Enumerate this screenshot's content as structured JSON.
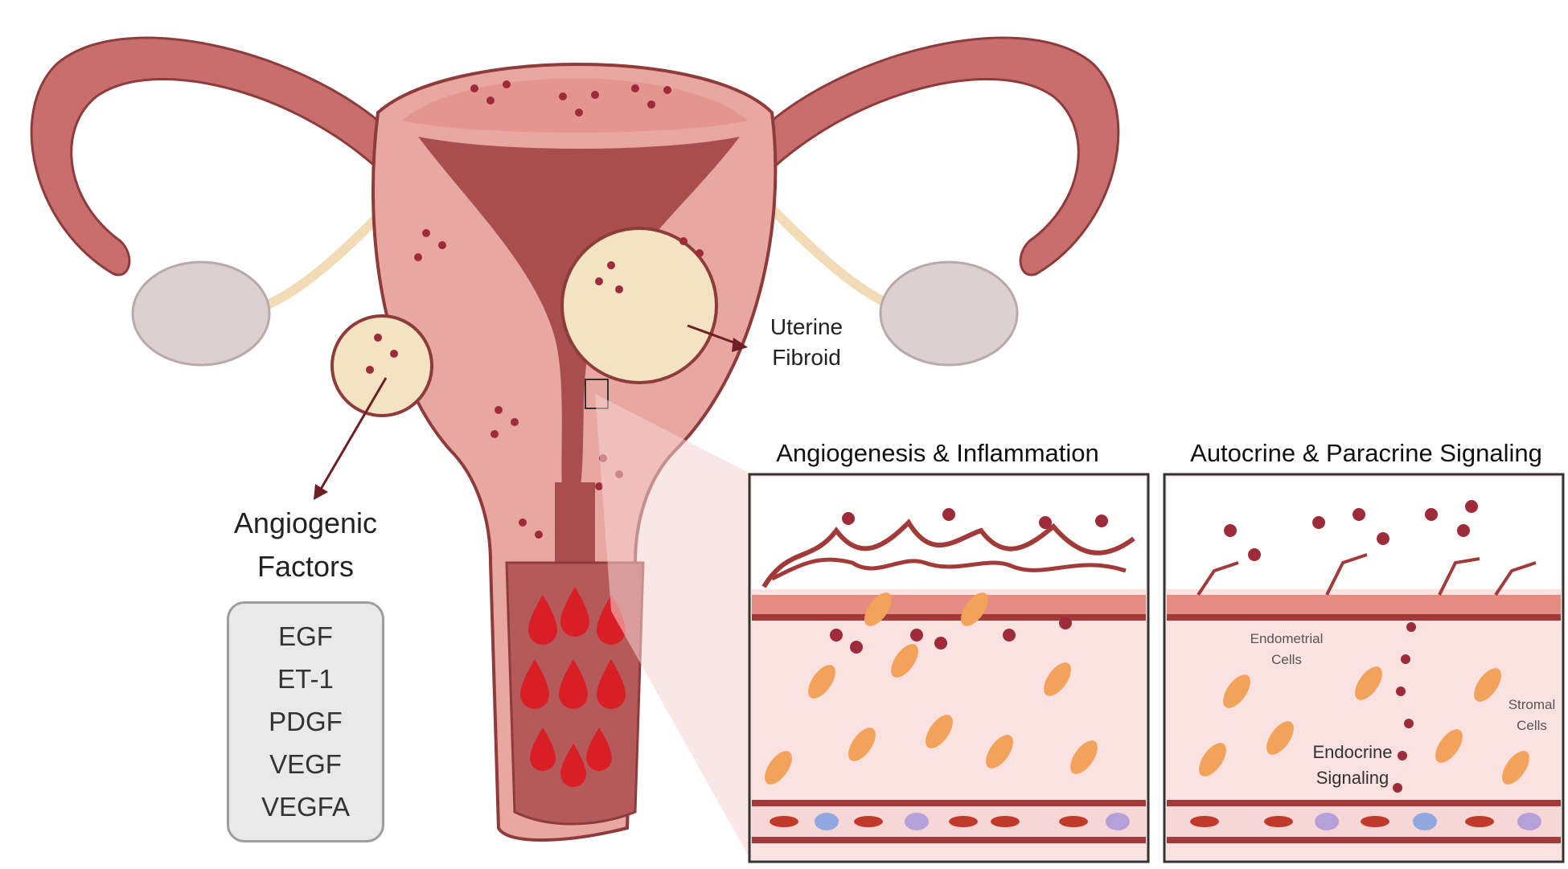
{
  "labels": {
    "uterine_fibroid": [
      "Uterine",
      "Fibroid"
    ],
    "angiogenic_factors": [
      "Angiogenic",
      "Factors"
    ]
  },
  "factors": [
    "EGF",
    "ET-1",
    "PDGF",
    "VEGF",
    "VEGFA"
  ],
  "panels": {
    "left": {
      "title": "Angiogenesis & Inflammation"
    },
    "right": {
      "title": "Autocrine & Paracrine Signaling",
      "endometrial": [
        "Endometrial",
        "Cells"
      ],
      "stromal": [
        "Stromal",
        "Cells"
      ],
      "endocrine": [
        "Endocrine",
        "Signaling"
      ]
    }
  },
  "colors": {
    "uterus_outer": "#c96e6e",
    "uterus_wall": "#e9a7a2",
    "cavity": "#a94e4e",
    "fibroid": "#f4e3c1",
    "ovary": "#dcd0d2",
    "blood_drop": "#d91f26",
    "dot": "#9d2b3a",
    "stromal_cell": "#f2a25a",
    "tissue_bg": "#fbe1df",
    "vessel": "#a23a3a"
  }
}
